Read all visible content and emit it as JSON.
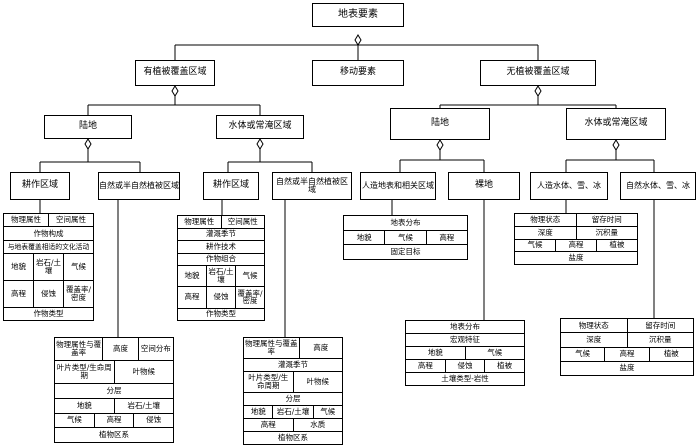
{
  "nodes": {
    "root": "地表要素",
    "veg": "有植被覆盖区域",
    "mobile": "移动要素",
    "noveg": "无植被覆盖区域",
    "veg_land": "陆地",
    "veg_water": "水体或常淹区域",
    "noveg_land": "陆地",
    "noveg_water": "水体或常淹区域",
    "land_crop": "耕作区域",
    "land_natural": "自然或半自然植被区域",
    "water_crop": "耕作区域",
    "water_natural": "自然或半自然植被区域",
    "artificial": "人造地表和相关区域",
    "bare": "裸地",
    "art_water": "人造水体、雪、冰",
    "nat_water": "自然水体、雪、冰"
  },
  "t_land_crop": {
    "r1": [
      "物理属性",
      "空间属性"
    ],
    "r2": "作物构成",
    "r3": "与地表覆盖相适的文化活动",
    "g": [
      "地貌",
      "岩石/土壤",
      "气候",
      "高程",
      "侵蚀",
      "覆盖率/密度"
    ],
    "footer": "作物类型"
  },
  "t_land_nat": {
    "r1": [
      "物理属性与覆盖率",
      "高度",
      "空间分布"
    ],
    "r2": [
      "叶片类型/生命周期",
      "叶物候"
    ],
    "r3": "分层",
    "r4": [
      "地貌",
      "岩石/土壤"
    ],
    "r5": [
      "气候",
      "高程",
      "侵蚀"
    ],
    "footer": "植物区系"
  },
  "t_water_crop": {
    "r1": [
      "物理属性",
      "空间属性"
    ],
    "r2": "灌溉季节",
    "r3": "耕作技术",
    "r4": "作物组合",
    "g": [
      "地貌",
      "岩石/土壤",
      "气候",
      "高程",
      "侵蚀",
      "覆盖率/密度"
    ],
    "footer": "作物类型"
  },
  "t_water_nat": {
    "r1": [
      "物理属性与覆盖率",
      "高度"
    ],
    "r2": "灌溉季节",
    "r3": [
      "叶片类型/生命周期",
      "叶物候"
    ],
    "r4": "分层",
    "r5": [
      "地貌",
      "岩石/土壤",
      "气候"
    ],
    "r6": [
      "高程",
      "水质"
    ],
    "footer": "植物区系"
  },
  "t_artificial": {
    "r1": "地表分布",
    "r2": [
      "地貌",
      "气候",
      "高程"
    ],
    "footer": "固定目标"
  },
  "t_bare": {
    "r1": "地表分布",
    "r2": "宏观特征",
    "r3": [
      "地貌",
      "气候"
    ],
    "r4": [
      "高程",
      "侵蚀",
      "植被"
    ],
    "footer": "土壤类型-岩性"
  },
  "t_art_water": {
    "r1": [
      "物理状态",
      "留存时间"
    ],
    "r2": [
      "深度",
      "沉积量"
    ],
    "r3": [
      "气候",
      "高程",
      "植被"
    ],
    "footer": "盐度"
  },
  "t_nat_water": {
    "r1": [
      "物理状态",
      "留存时间"
    ],
    "r2": [
      "深度",
      "沉积量"
    ],
    "r3": [
      "气候",
      "高程",
      "植被"
    ],
    "footer": "盐度"
  }
}
